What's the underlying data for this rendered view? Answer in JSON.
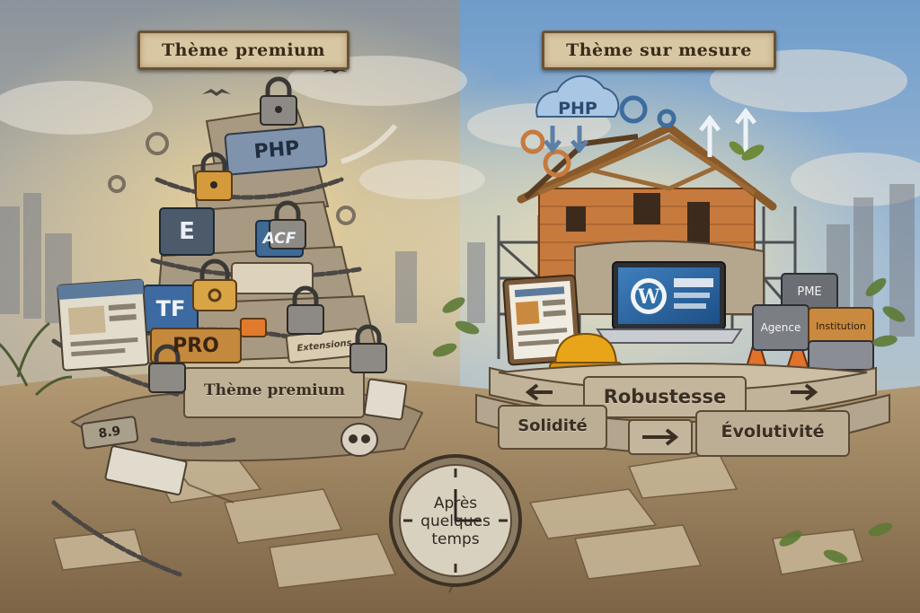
{
  "banners": {
    "left": "Thème premium",
    "right": "Thème sur mesure"
  },
  "left_side": {
    "base_stone": "Thème premium",
    "blocks": {
      "php": "PHP",
      "elementor": "E",
      "acf": "ACF",
      "tf": "TF",
      "pro": "PRO",
      "small_plate": "Extensions",
      "version_stone": "8.9"
    }
  },
  "right_side": {
    "cloud": "PHP",
    "cases": {
      "pme": "PME",
      "agence": "Agence",
      "institution": "Institution"
    },
    "platform": {
      "top": "Robustesse",
      "bottom_left": "Solidité",
      "bottom_right": "Évolutivité"
    }
  },
  "clock": {
    "lines": [
      "Après",
      "quelques",
      "temps"
    ]
  },
  "colors": {
    "sky_left": "#9fa7ad",
    "sky_right": "#7fa6cf",
    "stone": "#b3a58e",
    "ground": "#a88c66",
    "brick": "#c77a3d",
    "wordpress_blue": "#2e6fa8",
    "helmet": "#e8a51a",
    "cone": "#e0722a"
  }
}
